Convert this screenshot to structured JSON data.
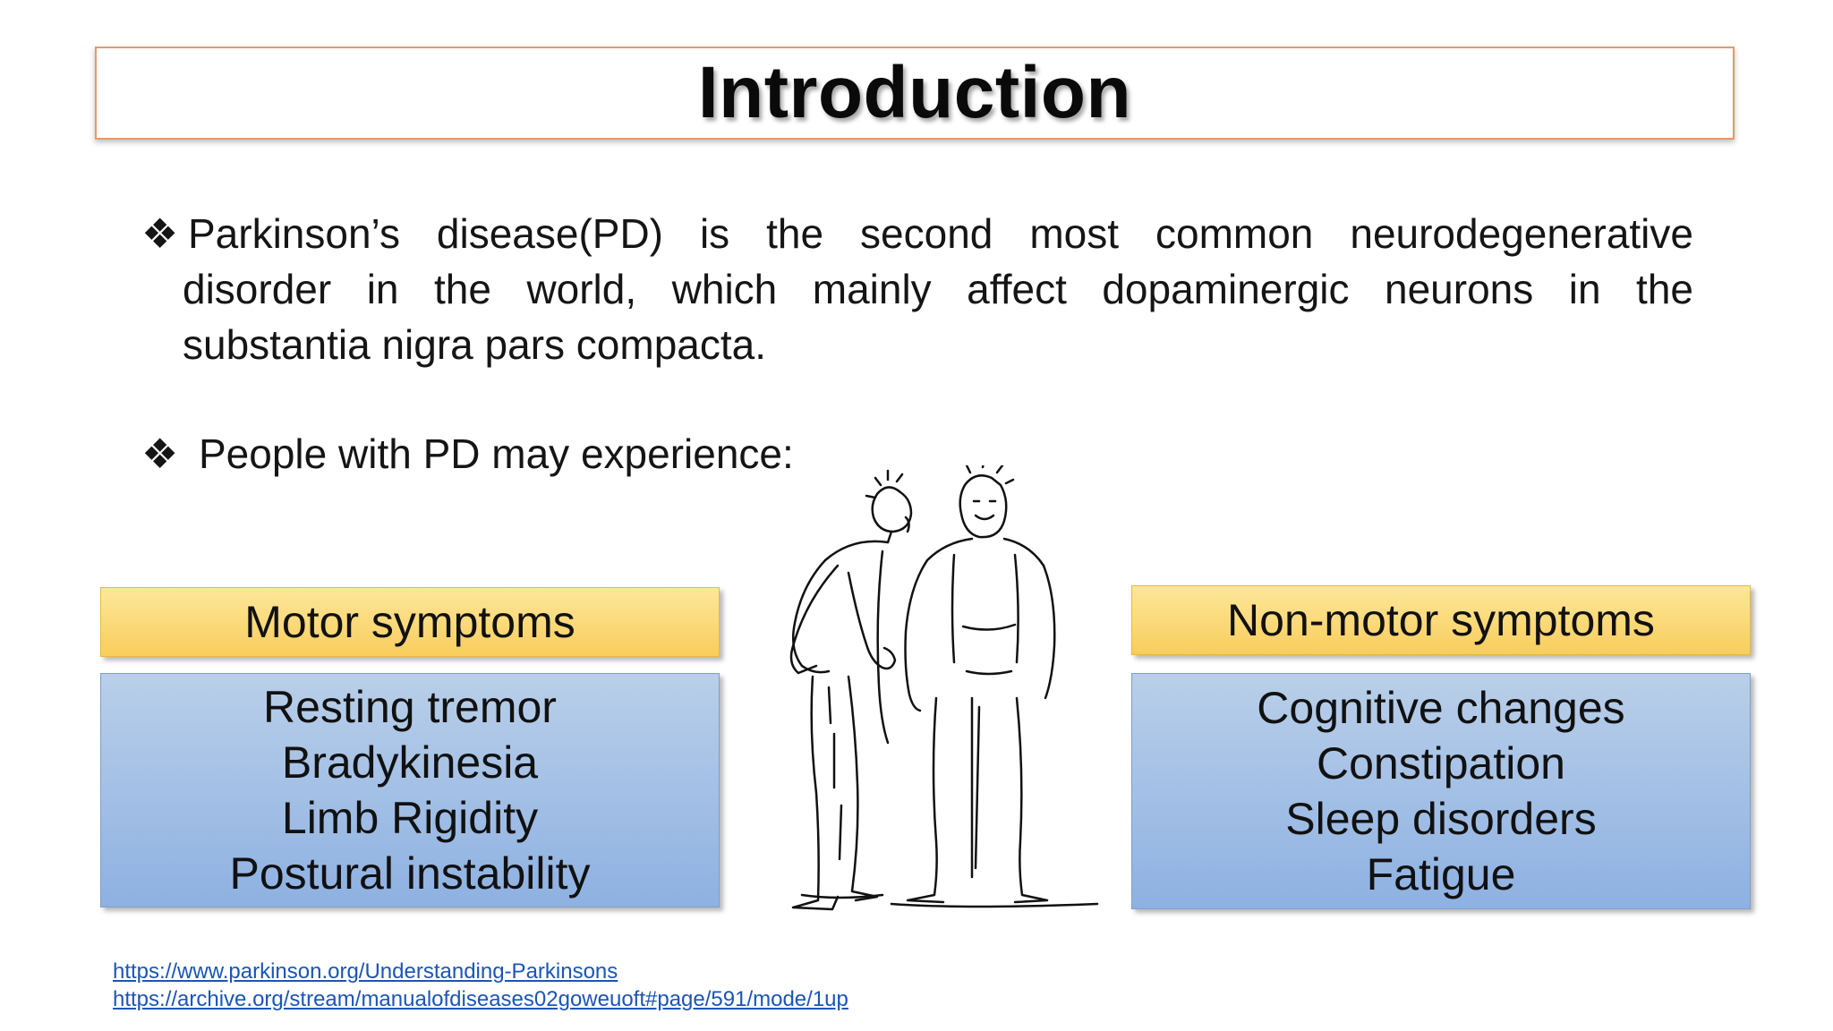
{
  "slide": {
    "title": "Introduction",
    "bullets": [
      {
        "symbol": "❖",
        "line1": "Parkinson’s disease(PD) is the second most common neurodegenerative",
        "line2": "disorder in the world, which mainly affect dopaminergic neurons in the",
        "line3": "substantia nigra pars compacta."
      },
      {
        "symbol": "❖",
        "text": "People with PD may experience:"
      }
    ],
    "motor": {
      "header": "Motor symptoms",
      "items": [
        "Resting tremor",
        "Bradykinesia",
        "Limb Rigidity",
        "Postural instability"
      ]
    },
    "non_motor": {
      "header": "Non-motor symptoms",
      "items": [
        "Cognitive changes",
        "Constipation",
        "Sleep disorders",
        "Fatigue"
      ]
    },
    "references": [
      "https://www.parkinson.org/Understanding-Parkinsons",
      "https://archive.org/stream/manualofdiseases02goweuoft#page/591/mode/1up"
    ]
  },
  "colors": {
    "title_border": "#e49a6c",
    "header_fill": "#f8cd5c",
    "box_fill": "#a3c0e6",
    "link": "#1a55b6"
  }
}
